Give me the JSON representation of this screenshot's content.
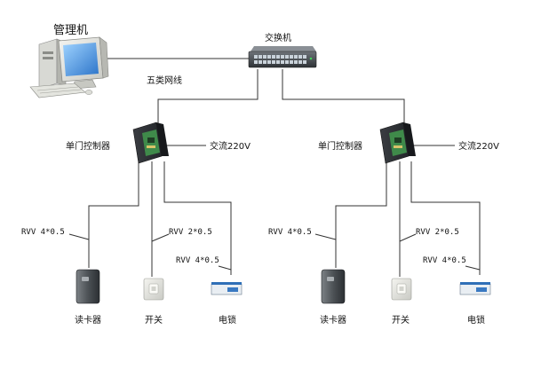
{
  "diagram": {
    "management_pc": "管理机",
    "switch": "交换机",
    "network_cable": "五类网线",
    "left_group": {
      "controller": "单门控制器",
      "power": "交流220V",
      "cable_reader": "RVV 4*0.5",
      "cable_switch": "RVV 2*0.5",
      "cable_lock": "RVV 4*0.5",
      "reader": "读卡器",
      "exit_switch": "开关",
      "lock": "电锁"
    },
    "right_group": {
      "controller": "单门控制器",
      "power": "交流220V",
      "cable_reader": "RVV 4*0.5",
      "cable_switch": "RVV 2*0.5",
      "cable_lock": "RVV 4*0.5",
      "reader": "读卡器",
      "exit_switch": "开关",
      "lock": "电锁"
    }
  }
}
